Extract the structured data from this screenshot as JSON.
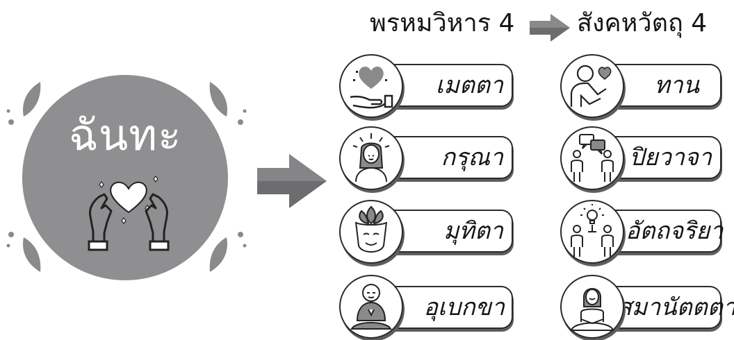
{
  "center": {
    "title": "ฉันทะ",
    "icon": "hands-heart-icon"
  },
  "headers": {
    "left": "พรหมวิหาร 4",
    "right": "สังคหวัตถุ 4"
  },
  "left_items": [
    {
      "label": "เมตตา",
      "icon": "hand-heart-icon"
    },
    {
      "label": "กรุณา",
      "icon": "woman-glow-icon"
    },
    {
      "label": "มุทิตา",
      "icon": "lotus-head-icon"
    },
    {
      "label": "อุเบกขา",
      "icon": "monk-meditating-icon"
    }
  ],
  "right_items": [
    {
      "label": "ทาน",
      "icon": "person-giving-heart-icon"
    },
    {
      "label": "ปิยวาจา",
      "icon": "two-people-talking-icon"
    },
    {
      "label": "อัตถจริยา",
      "icon": "two-people-idea-icon"
    },
    {
      "label": "สมานัตตตา",
      "icon": "woman-meditating-icon"
    }
  ],
  "colors": {
    "circle": "#8f8f91",
    "arrow": "#6d6d6f",
    "leaf": "#8a8a8c",
    "outline": "#2a2a2a"
  }
}
